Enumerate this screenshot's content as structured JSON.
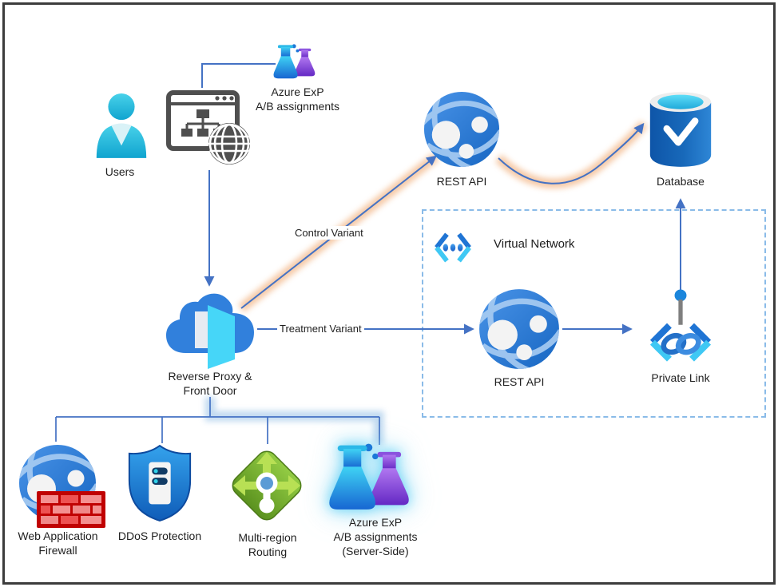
{
  "nodes": {
    "users": {
      "label": "Users"
    },
    "exp_client": {
      "line1": "Azure ExP",
      "line2": "A/B assignments"
    },
    "rest_api_control": {
      "label": "REST API"
    },
    "database": {
      "label": "Database"
    },
    "front_door": {
      "line1": "Reverse Proxy &",
      "line2": "Front Door"
    },
    "virtual_network": {
      "label": "Virtual Network"
    },
    "rest_api_treatment": {
      "label": "REST API"
    },
    "private_link": {
      "label": "Private Link"
    },
    "waf": {
      "line1": "Web Application",
      "line2": "Firewall"
    },
    "ddos": {
      "label": "DDoS Protection"
    },
    "multi_region": {
      "line1": "Multi-region",
      "line2": "Routing"
    },
    "exp_server": {
      "line1": "Azure ExP",
      "line2": "A/B assignments",
      "line3": "(Server-Side)"
    }
  },
  "edges": {
    "control_variant": {
      "label": "Control Variant"
    },
    "treatment_variant": {
      "label": "Treatment Variant"
    }
  },
  "icons": {
    "users-icon": "teal person silhouette",
    "browser-globe-icon": "dark browser window with sitemap and globe",
    "flask-icon": "blue and purple lab flasks (experimentation)",
    "rest-api-icon": "blue globe with white nodes (app service)",
    "database-icon": "blue cylinder with checkmark",
    "front-door-icon": "blue cloud with open cyan door",
    "virtual-network-icon": "blue angle brackets with three dots",
    "private-link-icon": "brackets with chain links on a stem",
    "waf-icon": "globe with red brick wall",
    "ddos-shield-icon": "blue shield with server",
    "multi-region-icon": "green diamond with direction arrows"
  },
  "colors": {
    "connector_blue": "#4472c4",
    "glow_orange": "#ee9c5c",
    "glow_green": "#9acd74",
    "glow_blue": "#a8cbea",
    "vnet_border": "#8abbe8",
    "frame_border": "#3c3c3c"
  }
}
